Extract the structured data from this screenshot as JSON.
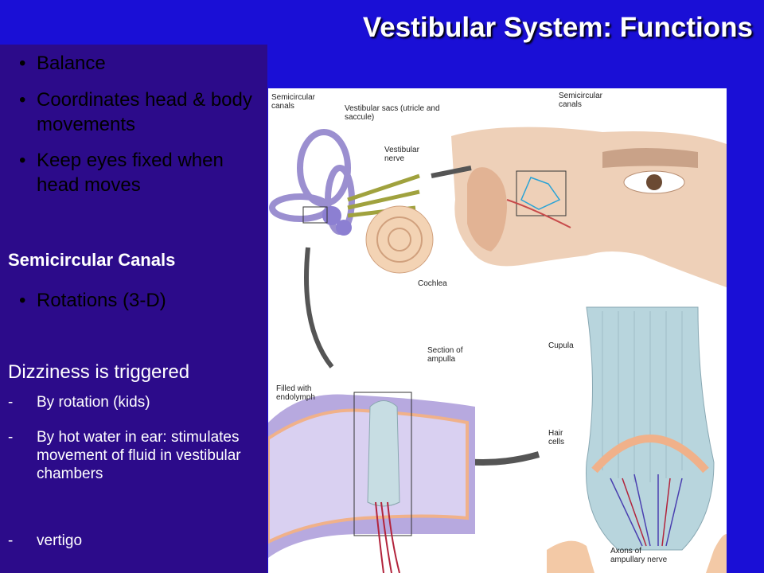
{
  "title": "Vestibular System: Functions",
  "bullets": [
    {
      "text": "Balance"
    },
    {
      "text": "Coordinates head & body movements"
    },
    {
      "text": "Keep eyes fixed when head moves"
    }
  ],
  "section_heading": "Semicircular Canals",
  "section_bullet": "Rotations (3-D)",
  "dizziness_line": "Dizziness is triggered",
  "dash_items": [
    {
      "text": "By rotation (kids)"
    },
    {
      "text": "By hot water in ear: stimulates movement of fluid in vestibular chambers"
    },
    {
      "text": "vertigo"
    }
  ],
  "figure_labels": {
    "semicircular_canals_left": "Semicircular canals",
    "vestibular_sacs": "Vestibular sacs (utricle and saccule)",
    "vestibular_nerve": "Vestibular nerve",
    "semicircular_canals_right": "Semicircular canals",
    "cochlea": "Cochlea",
    "section_of_ampulla": "Section of ampulla",
    "filled_with_endolymph": "Filled with endolymph",
    "cupula": "Cupula",
    "hair_cells": "Hair cells",
    "axons": "Axons of ampullary nerve"
  },
  "colors": {
    "background": "#1a0fd6",
    "left_panel": "#2c0b8a",
    "text": "#ffffff"
  }
}
